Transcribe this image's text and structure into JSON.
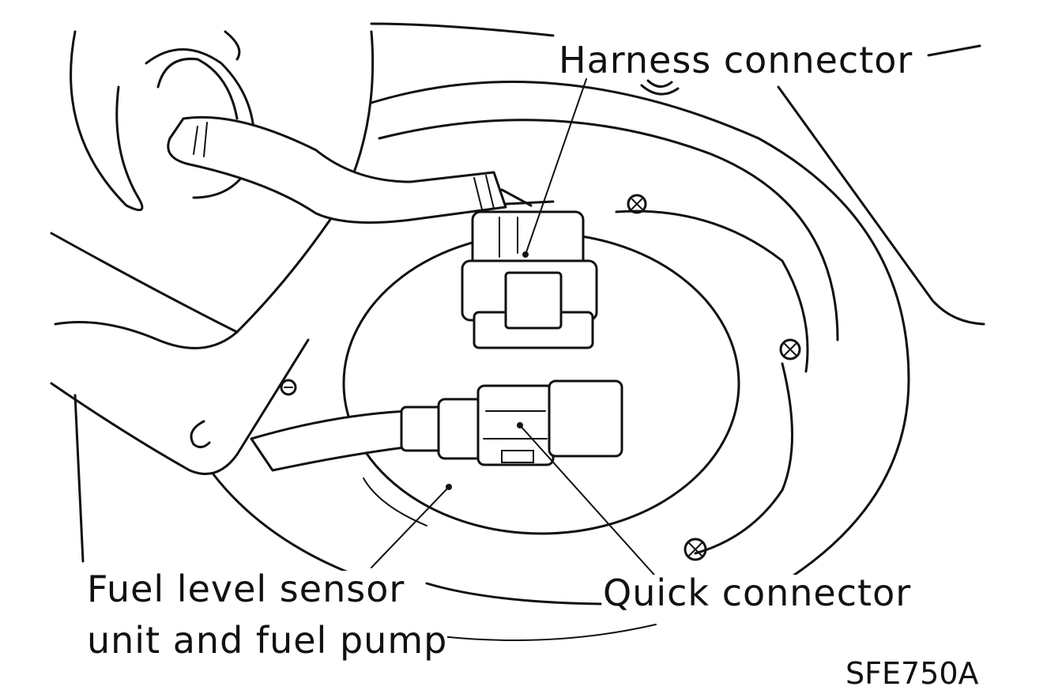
{
  "labels": {
    "harness_connector": "Harness connector",
    "quick_connector": "Quick connector",
    "fuel_unit_line1": "Fuel level sensor",
    "fuel_unit_line2": "unit and fuel pump",
    "figure_code": "SFE750A"
  }
}
